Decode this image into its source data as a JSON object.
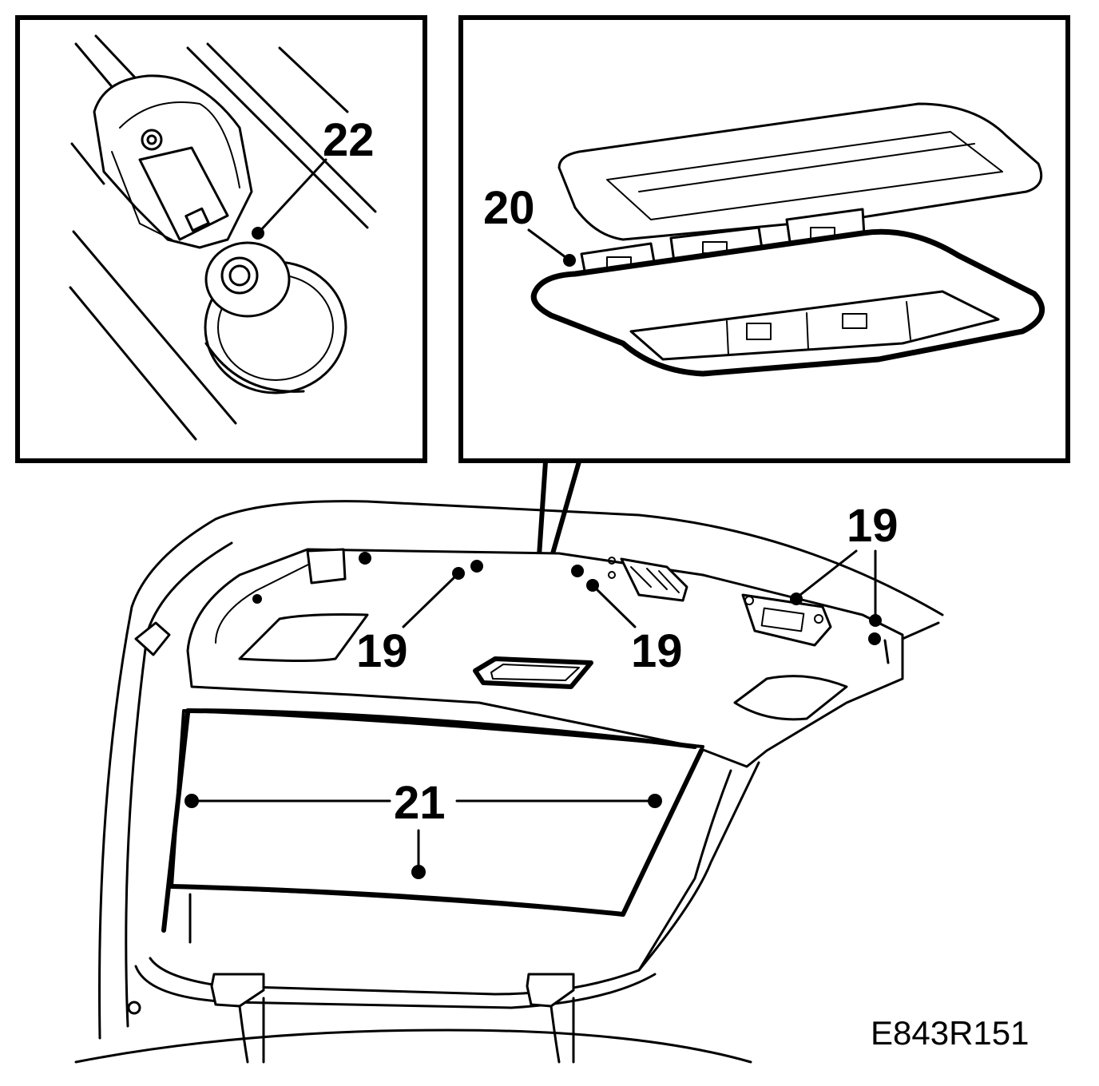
{
  "callouts": {
    "part_19": "19",
    "part_20": "20",
    "part_21": "21",
    "part_22": "22"
  },
  "figure_ref": "E843R151"
}
